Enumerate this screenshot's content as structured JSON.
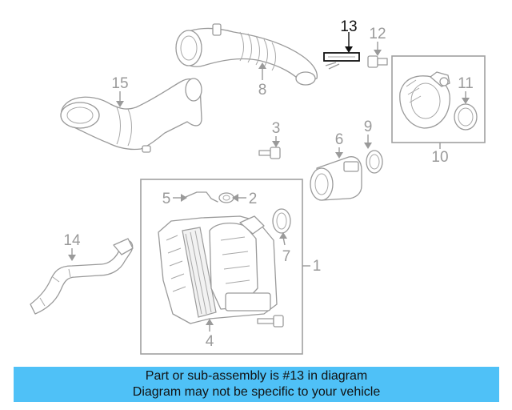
{
  "highlight_part": "13",
  "callouts": {
    "c1": "1",
    "c2": "2",
    "c3": "3",
    "c4": "4",
    "c5": "5",
    "c6": "6",
    "c7": "7",
    "c8": "8",
    "c9": "9",
    "c10": "10",
    "c11": "11",
    "c12": "12",
    "c13": "13",
    "c14": "14",
    "c15": "15"
  },
  "banner": {
    "line1": "Part or sub-assembly is #13 in diagram",
    "line2": "Diagram may not be specific to your vehicle",
    "background": "#4fc1f7"
  },
  "colors": {
    "line_art": "#9a9a9a",
    "highlight": "#111111"
  }
}
